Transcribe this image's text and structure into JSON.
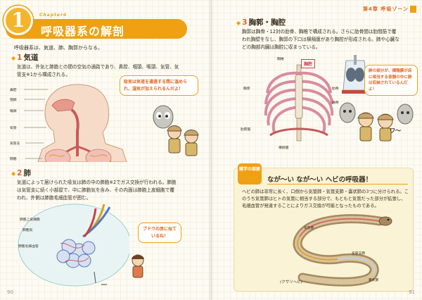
{
  "left": {
    "chapter_number": "1",
    "chapter_label": "Chapter4",
    "title": "呼吸器系の解剖",
    "intro": "呼吸器系は、気道、肺、胸郭からなる。",
    "s1": {
      "num": "1",
      "heading": "気道",
      "text_1": "気道は、外気と肺胞との間の空気の通路であり、鼻腔、咽頭、喉頭、気管、気",
      "text_2": "管支※1から構成される。"
    },
    "fig1_labels": {
      "nasal": "鼻腔",
      "pharynx": "咽頭",
      "larynx": "喉頭",
      "trachea": "気管",
      "bronchi": "気管支",
      "lung": "肺胞"
    },
    "bubble1": "吸気は気道を通過する間に温められ、湿気が加えられるんだよ！",
    "s2": {
      "num": "2",
      "heading": "肺",
      "text_1": "気道によって届けられた吸気は肺の中の肺胞※2でガス交換が行われる。肺胞",
      "text_2": "は気管支に続く小部屋で、中に肺胞気を含み、その内面は肺胞上皮細胞で覆",
      "text_3": "われ、外側は肺胞毛細血管が囲む。"
    },
    "fig2_labels": {
      "epithelium": "肺胞上皮細胞",
      "alveolus": "肺胞気",
      "capillary": "肺胞毛細血管"
    },
    "bubble2": "ブドウの房に似ているね！",
    "page_number": "90"
  },
  "right": {
    "running_header": "第4章 呼吸ゾーン",
    "s3": {
      "num": "3",
      "heading": "胸郭・胸腔",
      "text_1": "胸郭は胸骨・12対の肋骨、胸椎で構成される。さらに肋骨間は肋間筋で覆",
      "text_2": "われ胸壁をなし、胸郭の下口は横隔膜があり胸腔が形成される。肺や心臓な",
      "text_3": "どの胸部内臓は胸腔に収まっている。"
    },
    "fig3_labels": {
      "spine": "胸椎",
      "cavity": "胸腔",
      "rib": "肋骨",
      "thorax": "胸郭",
      "sternum": "胸骨",
      "intercostal": "肋間筋",
      "diaphragm": "横隔膜"
    },
    "bubble3": "肺の部分が、横隔膜が床に相当する容器の中に肺は収納されているんだよ！",
    "exclaim": "ワ〜",
    "box": {
      "tag": "雑学の部屋",
      "title": "なが〜い なが〜い ヘビの呼吸器！",
      "body": "ヘビの肺は非常に長く、口側から気管肺・気管支肺・嚢状肺の3つに分けられる。このうち気管肺はヒトの気管に相当する部分で、もともと気管だった部分が拡張し、毛細血管が発達することによりガス交換が可能となったものである。",
      "labels": {
        "trachea_lung": "気管肺",
        "bronchial_lung": "気管支肺",
        "sac_lung": "嚢状肺",
        "caption": "(クサリヘビ)"
      }
    },
    "page_number": "91"
  }
}
